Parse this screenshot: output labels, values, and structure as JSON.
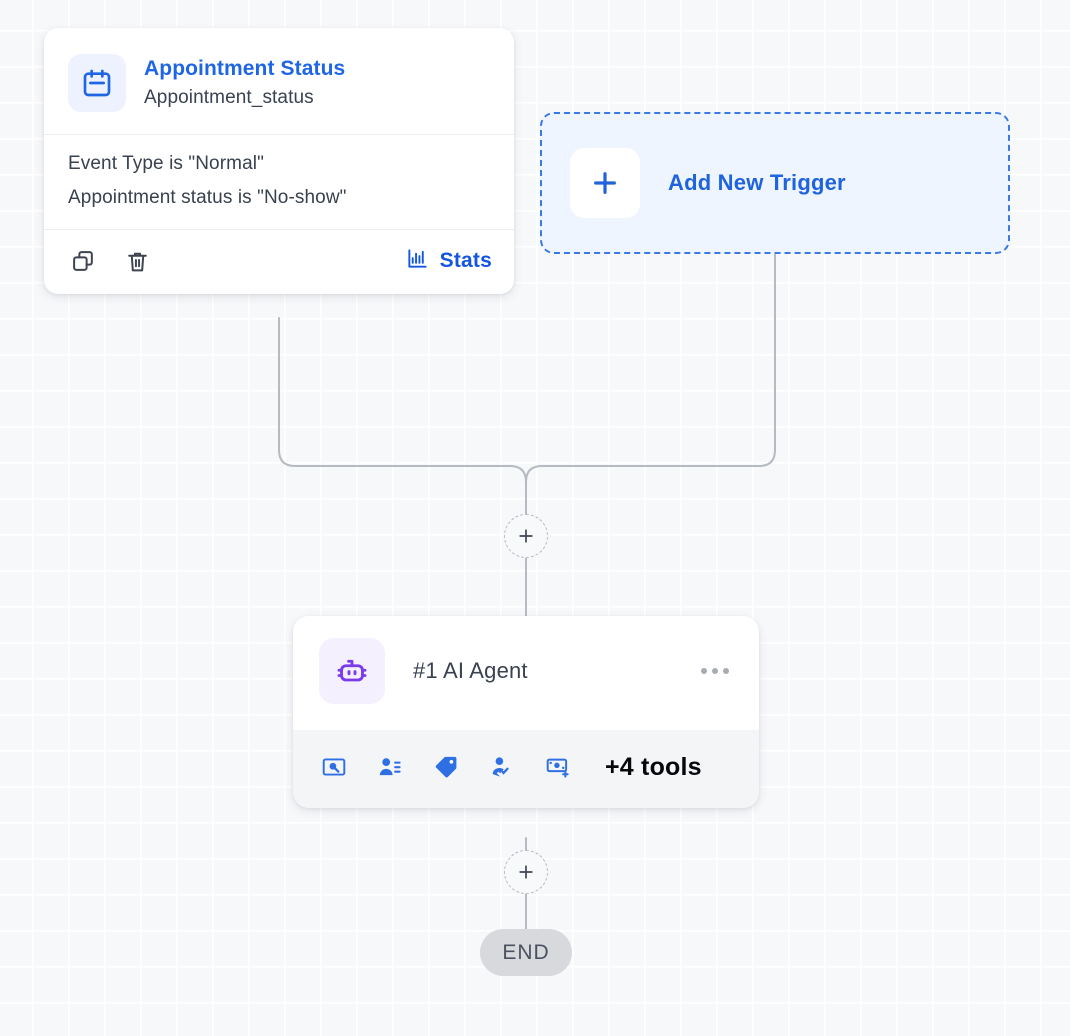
{
  "canvas": {
    "background_color": "#f7f8fa",
    "grid_color": "#ffffff",
    "edge_color": "#b6bac1"
  },
  "trigger_card": {
    "icon": "calendar-icon",
    "icon_color": "#1f66e5",
    "icon_bg": "#eef2fe",
    "title": "Appointment Status",
    "title_color": "#1f66e5",
    "subtitle": "Appointment_status",
    "conditions": [
      "Event Type is \"Normal\"",
      "Appointment status is \"No-show\""
    ],
    "footer": {
      "duplicate_icon": "copy-icon",
      "delete_icon": "trash-icon",
      "stats_icon": "bar-chart-icon",
      "stats_label": "Stats",
      "stats_color": "#1456e0"
    }
  },
  "add_trigger": {
    "plus_icon": "plus-icon",
    "label": "Add New Trigger",
    "border_color": "#3b7ae4",
    "fill_color": "#eef5fe",
    "text_color": "#1f63de"
  },
  "plus_nodes": [
    {
      "name": "add-step-top",
      "icon": "plus-icon"
    },
    {
      "name": "add-step-bottom",
      "icon": "plus-icon"
    }
  ],
  "agent_card": {
    "icon": "robot-icon",
    "icon_color": "#7c3aed",
    "icon_bg": "#f4f0fd",
    "title": "#1 AI Agent",
    "menu_icon": "ellipsis-icon",
    "tools": [
      {
        "name": "screen-search-icon",
        "color": "#2f6fe4"
      },
      {
        "name": "contact-list-icon",
        "color": "#2f6fe4"
      },
      {
        "name": "tag-icon",
        "color": "#2f6fe4"
      },
      {
        "name": "user-check-icon",
        "color": "#2f6fe4"
      },
      {
        "name": "payment-add-icon",
        "color": "#2f6fe4"
      }
    ],
    "more_tools_label": "+4 tools",
    "footer_bg": "#f4f5f7"
  },
  "end_node": {
    "label": "END",
    "background": "#d7d9dd",
    "text_color": "#4a5160"
  }
}
